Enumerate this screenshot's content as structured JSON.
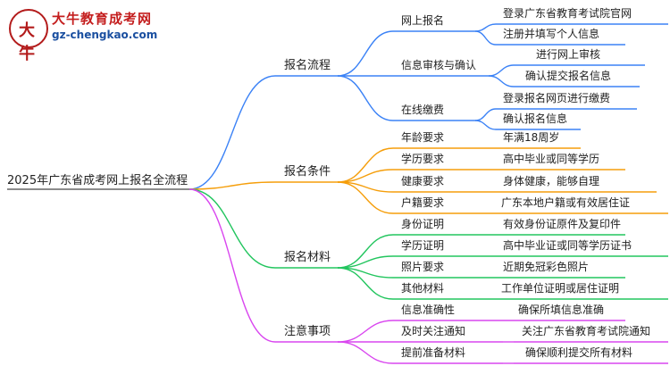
{
  "logo": {
    "mark": "大牛",
    "title": "大牛教育成考网",
    "url": "gz-chengkao.com"
  },
  "root": {
    "label": "2025年广东省成考网上报名全流程"
  },
  "branches": [
    {
      "label": "报名流程",
      "color": "#3b82f6",
      "children": [
        {
          "label": "网上报名",
          "leaves": [
            "登录广东省教育考试院官网",
            "注册并填写个人信息"
          ]
        },
        {
          "label": "信息审核与确认",
          "leaves": [
            "进行网上审核",
            "确认提交报名信息"
          ]
        },
        {
          "label": "在线缴费",
          "leaves": [
            "登录报名网页进行缴费",
            "确认报名信息"
          ]
        }
      ]
    },
    {
      "label": "报名条件",
      "color": "#f59e0b",
      "children": [
        {
          "label": "年龄要求",
          "leaves": [
            "年满18周岁"
          ]
        },
        {
          "label": "学历要求",
          "leaves": [
            "高中毕业或同等学历"
          ]
        },
        {
          "label": "健康要求",
          "leaves": [
            "身体健康，能够自理"
          ]
        },
        {
          "label": "户籍要求",
          "leaves": [
            "广东本地户籍或有效居住证"
          ]
        }
      ]
    },
    {
      "label": "报名材料",
      "color": "#22c55e",
      "children": [
        {
          "label": "身份证明",
          "leaves": [
            "有效身份证原件及复印件"
          ]
        },
        {
          "label": "学历证明",
          "leaves": [
            "高中毕业证或同等学历证书"
          ]
        },
        {
          "label": "照片要求",
          "leaves": [
            "近期免冠彩色照片"
          ]
        },
        {
          "label": "其他材料",
          "leaves": [
            "工作单位证明或居住证明"
          ]
        }
      ]
    },
    {
      "label": "注意事项",
      "color": "#d946ef",
      "children": [
        {
          "label": "信息准确性",
          "leaves": [
            "确保所填信息准确"
          ]
        },
        {
          "label": "及时关注通知",
          "leaves": [
            "关注广东省教育考试院通知"
          ]
        },
        {
          "label": "提前准备材料",
          "leaves": [
            "确保顺利提交所有材料"
          ]
        }
      ]
    }
  ]
}
